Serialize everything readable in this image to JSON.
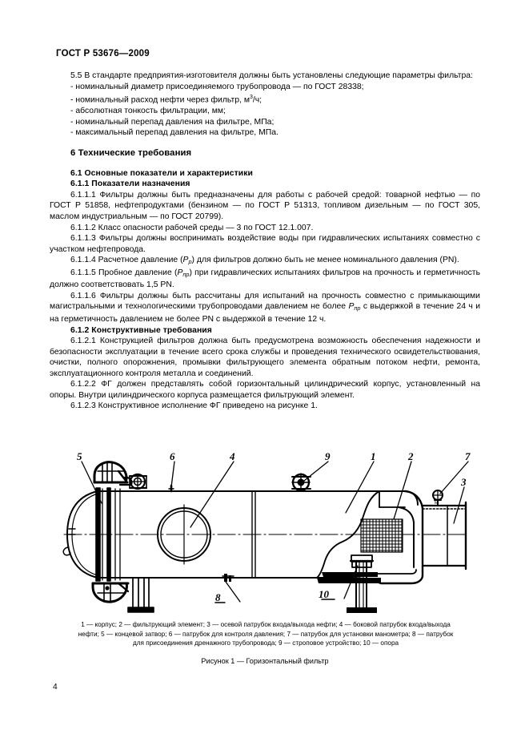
{
  "document": {
    "running_head": "ГОСТ Р 53676—2009",
    "page_number": "4"
  },
  "body": {
    "p_5_5": "5.5  В стандарте предприятия-изготовителя должны быть установлены следующие параметры фильтра:",
    "bullets": [
      "- номинальный диаметр присоединяемого трубопровода — по ГОСТ 28338;",
      "- номинальный расход нефти через фильтр, м3/ч;",
      "- абсолютная тонкость фильтрации, мм;",
      "- номинальный перепад давления на фильтре, МПа;",
      "- максимальный перепад давления на фильтре, МПа."
    ],
    "bullet_2_prefix": "- номинальный расход нефти через фильтр, м",
    "bullet_2_sup": "3",
    "bullet_2_suffix": "/ч;",
    "h_6": "6  Технические требования",
    "h_6_1": "6.1  Основные показатели и характеристики",
    "h_6_1_1": "6.1.1  Показатели назначения",
    "p_6_1_1_1": "6.1.1.1  Фильтры должны быть предназначены для работы с рабочей средой: товарной нефтью — по ГОСТ Р 51858, нефтепродуктами (бензином — по ГОСТ Р 51313, топливом дизельным — по ГОСТ 305, маслом индустриальным — по ГОСТ 20799).",
    "p_6_1_1_2": "6.1.1.2  Класс опасности рабочей среды — 3 по ГОСТ 12.1.007.",
    "p_6_1_1_3": "6.1.1.3  Фильтры должны воспринимать воздействие воды при гидравлических испытаниях совместно с участком нефтепровода.",
    "p_6_1_1_4_a": "6.1.1.4  Расчетное давление (",
    "p_6_1_1_4_sym": "P",
    "p_6_1_1_4_sub": "р",
    "p_6_1_1_4_b": ") для фильтров должно быть не менее номинального давления (PN).",
    "p_6_1_1_5_a": "6.1.1.5  Пробное давление (",
    "p_6_1_1_5_sym": "P",
    "p_6_1_1_5_sub": "пр",
    "p_6_1_1_5_b": ") при гидравлических испытаниях фильтров на прочность и герметичность должно соответствовать 1,5 PN.",
    "p_6_1_1_6_a": "6.1.1.6  Фильтры должны быть рассчитаны для испытаний на прочность совместно с примыкающими магистральными и технологическими трубопроводами давлением не более ",
    "p_6_1_1_6_sym": "P",
    "p_6_1_1_6_sub": "пр",
    "p_6_1_1_6_b": " с выдержкой в течение 24 ч и на герметичность давлением не более PN с выдержкой в течение 12 ч.",
    "h_6_1_2": "6.1.2  Конструктивные требования",
    "p_6_1_2_1": "6.1.2.1  Конструкцией фильтров должна быть предусмотрена возможность обеспечения надежности и безопасности эксплуатации в течение всего срока службы и проведения технического освидетельствования, очистки, полного опорожнения, промывки фильтрующего элемента обратным потоком нефти, ремонта, эксплуатационного контроля металла и соединений.",
    "p_6_1_2_2": "6.1.2.2  ФГ должен представлять собой горизонтальный цилиндрический корпус, установленный на опоры. Внутри цилиндрического корпуса размещается фильтрующий элемент.",
    "p_6_1_2_3": "6.1.2.3  Конструктивное исполнение ФГ приведено на рисунке 1."
  },
  "figure": {
    "caption": "Рисунок 1 — Горизонтальный фильтр",
    "legend_line_1": "1 — корпус; 2 — фильтрующий элемент; 3 —  осевой патрубок входа/выхода нефти; 4 —  боковой патрубок входа/выхода",
    "legend_line_2": "нефти; 5 — концевой затвор; 6 —  патрубок для контроля давления; 7 —  патрубок для установки манометра; 8 —  патрубок",
    "legend_line_3": "для присоединения дренажного трубопровода; 9 — строповое устройство; 10 —  опора",
    "legend_full": "1 — корпус; 2 — фильтрующий элемент; 3 — осевой патрубок входа/выхода нефти; 4 — боковой патрубок входа/выхода нефти; 5 — концевой затвор; 6 — патрубок для контроля давления; 7 — патрубок для установки манометра; 8 — патрубок для присоединения дренажного трубопровода; 9 — строповое устройство; 10 — опора",
    "callouts": [
      {
        "id": "5",
        "label": "концевой затвор"
      },
      {
        "id": "6",
        "label": "патрубок для контроля давления"
      },
      {
        "id": "4",
        "label": "боковой патрубок входа/выхода нефти"
      },
      {
        "id": "9",
        "label": "строповое устройство"
      },
      {
        "id": "1",
        "label": "корпус"
      },
      {
        "id": "2",
        "label": "фильтрующий элемент"
      },
      {
        "id": "7",
        "label": "патрубок для установки манометра"
      },
      {
        "id": "3",
        "label": "осевой патрубок входа/выхода нефти"
      },
      {
        "id": "8",
        "label": "патрубок для присоединения дренажного трубопровода"
      },
      {
        "id": "10",
        "label": "опора"
      }
    ]
  },
  "colors": {
    "ink": "#000000",
    "paper": "#ffffff"
  }
}
